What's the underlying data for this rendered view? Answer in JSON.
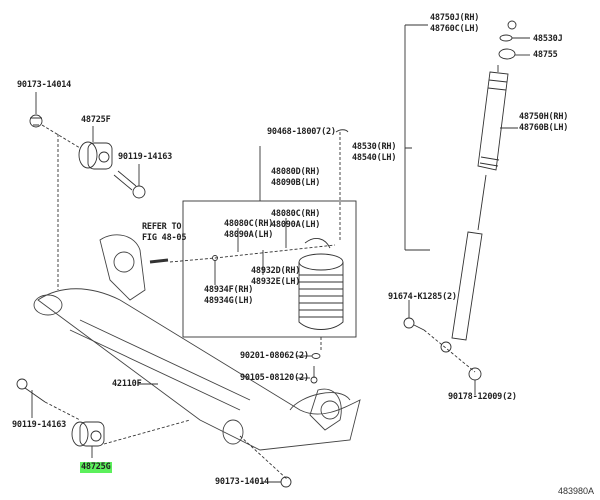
{
  "diagram": {
    "code": "483980A",
    "refer_note": [
      "REFER TO",
      "FIG 48-05"
    ],
    "labels": {
      "nut_top_left": "90173-14014",
      "bush_upper": "48725F",
      "bolt_upper": "90119-14163",
      "clip": "90468-18007(2)",
      "spring_rh": "48080D(RH)",
      "spring_lh": "48090B(LH)",
      "bump_rh": "48530(RH)",
      "bump_lh": "48540(LH)",
      "ins_a_rh": "48080C(RH)",
      "ins_a_lh": "48090A(LH)",
      "ins_b_rh": "48080C(RH)",
      "ins_b_lh": "48090A(LH)",
      "bumper_rh": "48932D(RH)",
      "bumper_lh": "48932E(LH)",
      "lower_rh": "48934F(RH)",
      "lower_lh": "48934G(LH)",
      "nut_top_rh": "48750J(RH)",
      "nut_top_lh": "48760C(LH)",
      "washer": "48530J",
      "cushion": "48755",
      "shock_rh": "48750H(RH)",
      "shock_lh": "48760B(LH)",
      "bolt_shock": "91674-K1285(2)",
      "nut_shock": "90178-12009(2)",
      "pin": "90201-08062(2)",
      "bolt_mid": "90105-08120(2)",
      "beam": "42110F",
      "bolt_lower": "90119-14163",
      "bush_lower": "48725G",
      "nut_bottom": "90173-14014"
    },
    "highlight_color": "#5cf05c"
  }
}
